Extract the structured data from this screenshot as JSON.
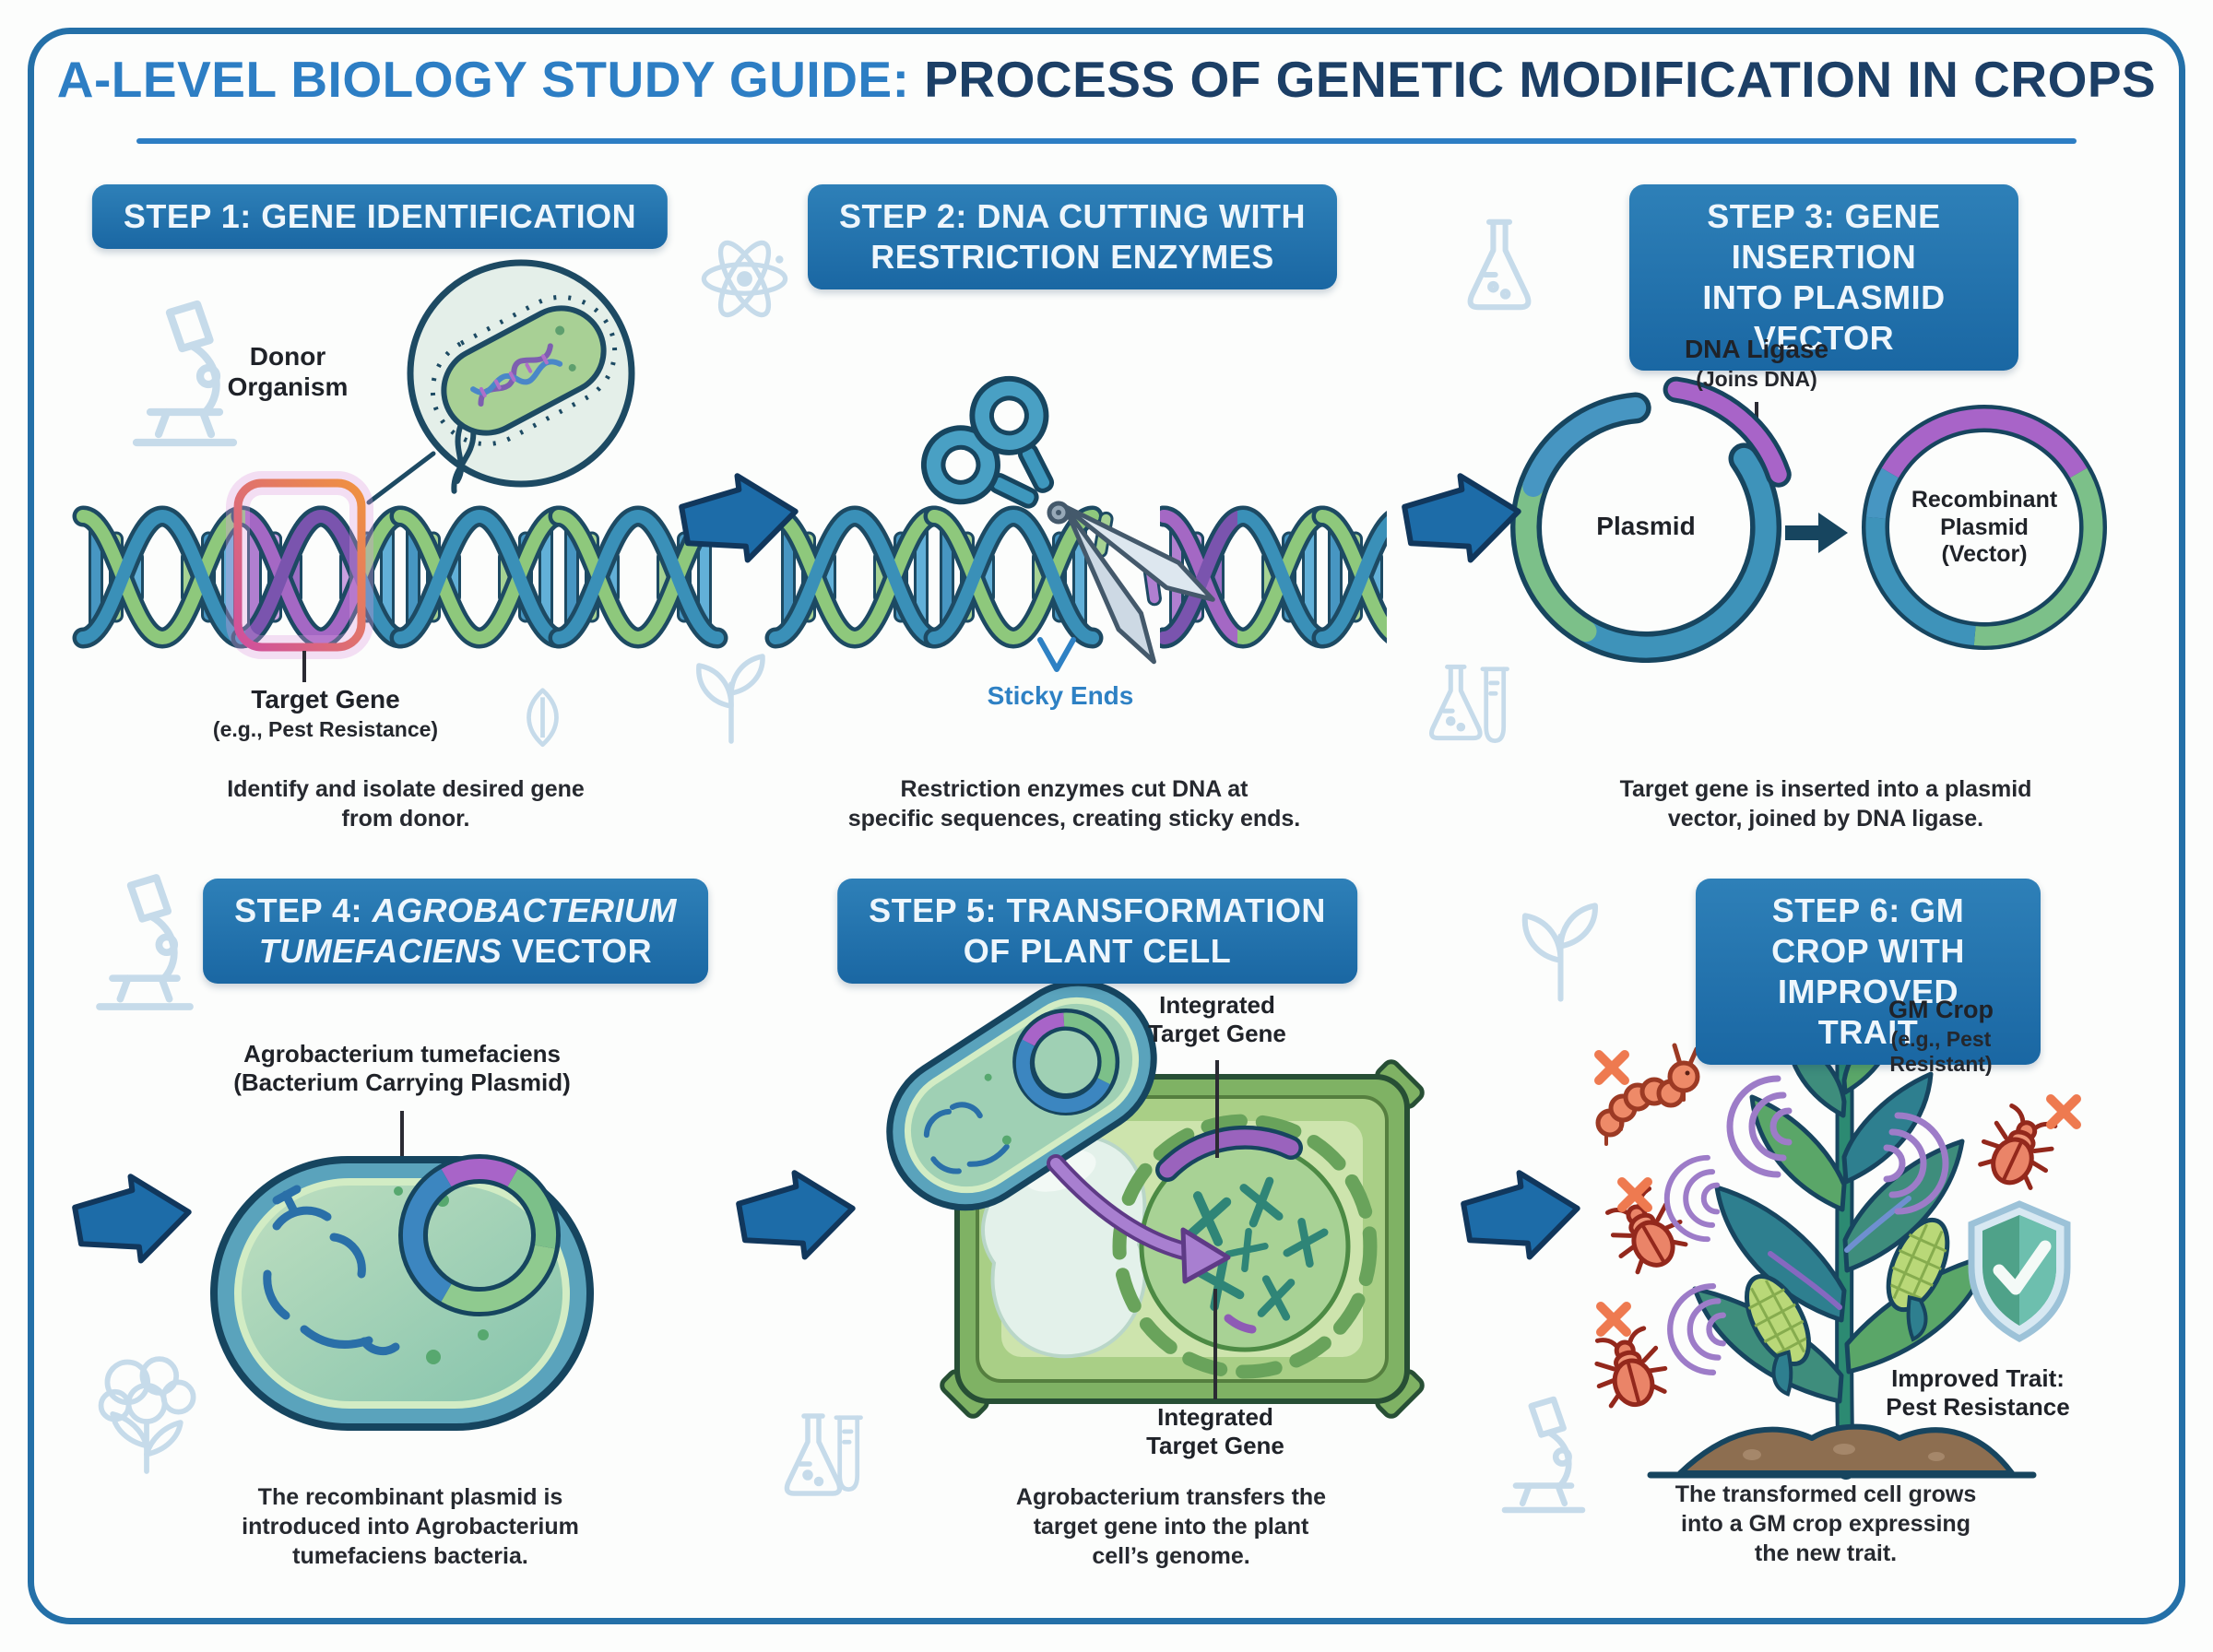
{
  "title": {
    "part1": "A-LEVEL BIOLOGY STUDY GUIDE:",
    "part2": " PROCESS OF GENETIC MODIFICATION IN CROPS"
  },
  "steps": [
    {
      "header": "STEP 1: GENE IDENTIFICATION",
      "donor_label": "Donor\nOrganism",
      "target_gene": "Target Gene",
      "target_gene_example": "(e.g., Pest Resistance)",
      "caption": "Identify and isolate desired gene\nfrom donor."
    },
    {
      "header": "STEP 2: DNA CUTTING WITH\nRESTRICTION ENZYMES",
      "sticky_ends": "Sticky Ends",
      "caption": "Restriction enzymes cut DNA at\nspecific sequences, creating sticky ends."
    },
    {
      "header": "STEP 3: GENE INSERTION\nINTO PLASMID VECTOR",
      "ligase": "DNA Ligase",
      "ligase_sub": "(Joins DNA)",
      "plasmid": "Plasmid",
      "recombinant": "Recombinant\nPlasmid\n(Vector)",
      "caption": "Target gene is inserted into a plasmid\nvector, joined by DNA ligase."
    },
    {
      "header_pre": "STEP 4: ",
      "header_it1": "AGROBACTERIUM",
      "header_it2": "TUMEFACIENS",
      "header_post": " VECTOR",
      "bacterium_label": "Agrobacterium tumefaciens\n(Bacterium Carrying Plasmid)",
      "caption": "The recombinant plasmid is\nintroduced into Agrobacterium\ntumefaciens bacteria."
    },
    {
      "header": "STEP 5: TRANSFORMATION\nOF PLANT CELL",
      "integrated_top": "Integrated\nTarget Gene",
      "integrated_bottom": "Integrated\nTarget Gene",
      "caption": "Agrobacterium transfers the\ntarget gene into the plant\ncell’s genome."
    },
    {
      "header": "STEP 6: GM CROP WITH\nIMPROVED TRAIT",
      "gm_crop": "GM Crop",
      "gm_crop_sub": "(e.g., Pest\nResistant)",
      "improved_trait": "Improved Trait:\nPest Resistance",
      "caption": "The transformed cell grows\ninto a GM crop expressing\nthe new trait."
    }
  ],
  "colors": {
    "accent_blue": "#1d6fad",
    "title_blue": "#2d7ec4",
    "title_navy": "#1c3f66",
    "sticky_blue": "#2e81c4",
    "dna_green": "#8ec87c",
    "dna_teal": "#3a90b8",
    "gene_purple": "#a864c8",
    "highlight_orange": "#f0923f",
    "highlight_pink": "#cf4f9e",
    "pest_red": "#ea8468",
    "shield_teal": "#4fa289",
    "watermark_blue": "#c6dbea"
  },
  "watermarks": [
    "microscope",
    "atom",
    "flask",
    "test-tube",
    "leaf-sprout",
    "leaf",
    "cotton-flower"
  ]
}
